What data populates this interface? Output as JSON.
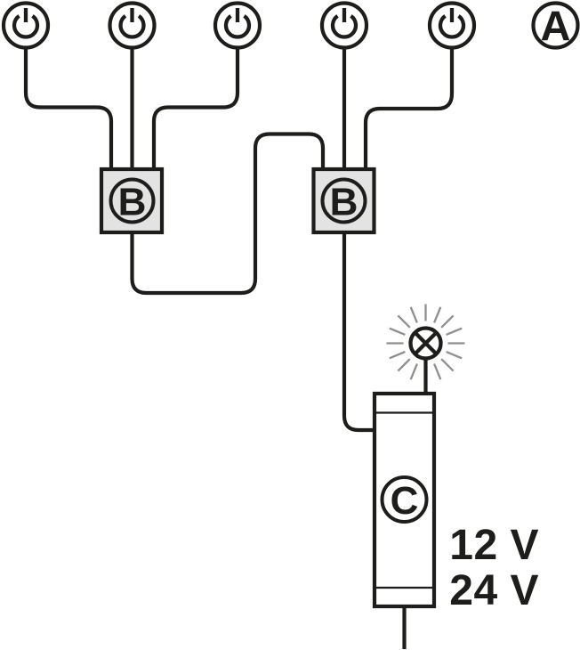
{
  "diagram": {
    "kind": "low-voltage lighting wiring diagram",
    "labels": {
      "a": "A",
      "b1": "B",
      "b2": "B",
      "c": "C"
    },
    "voltages": {
      "v1": "12 V",
      "v2": "24 V"
    },
    "icons": {
      "switch": "power-icon",
      "lamp": "lamp-icon"
    },
    "counts": {
      "switches": 5,
      "distributors": 2
    },
    "colors": {
      "line": "#1d1d1b",
      "box_fill": "#e3e3e3",
      "ray": "#8f8f8f",
      "background": "#ffffff",
      "text": "#1d1d1b"
    }
  }
}
